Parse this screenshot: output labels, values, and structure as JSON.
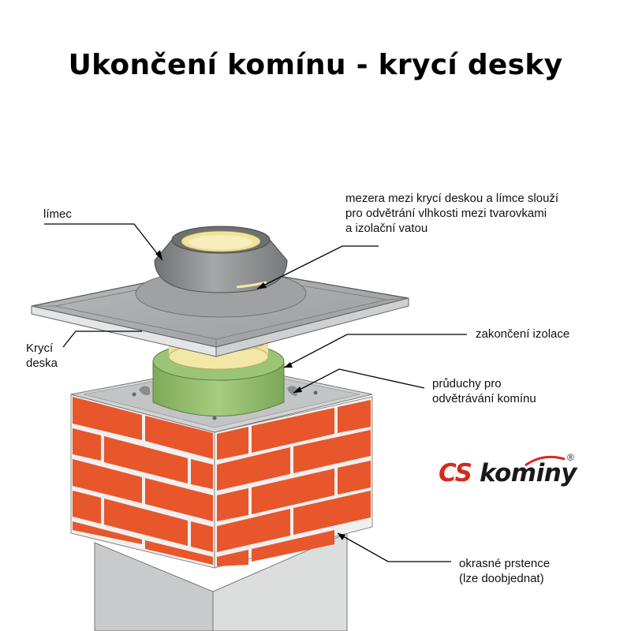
{
  "title": "Ukončení komínu - krycí desky",
  "labels": {
    "limec": "límec",
    "mezera": [
      "mezera mezi krycí deskou a límce slouží",
      "pro odvětrání vlhkosti mezi tvarovkami",
      "a izolační vatou"
    ],
    "kryci_deska": [
      "Krycí",
      "deska"
    ],
    "zakonceni_izolace": "zakončení izolace",
    "pruduchy": [
      "průduchy pro",
      "odvětrávání komínu"
    ],
    "okrasne": [
      "okrasné prstence",
      "(lze doobjednat)"
    ]
  },
  "logo": {
    "part1": "CS",
    "part2": "kominy",
    "registered": "®"
  },
  "colors": {
    "brick": "#e8562c",
    "mortar": "#f2f2f2",
    "plate": "#a8aaac",
    "collar": "#8c8e90",
    "insulation": "#f2e39a",
    "liner": "#8fb86a",
    "logo_red": "#d42b1e"
  }
}
